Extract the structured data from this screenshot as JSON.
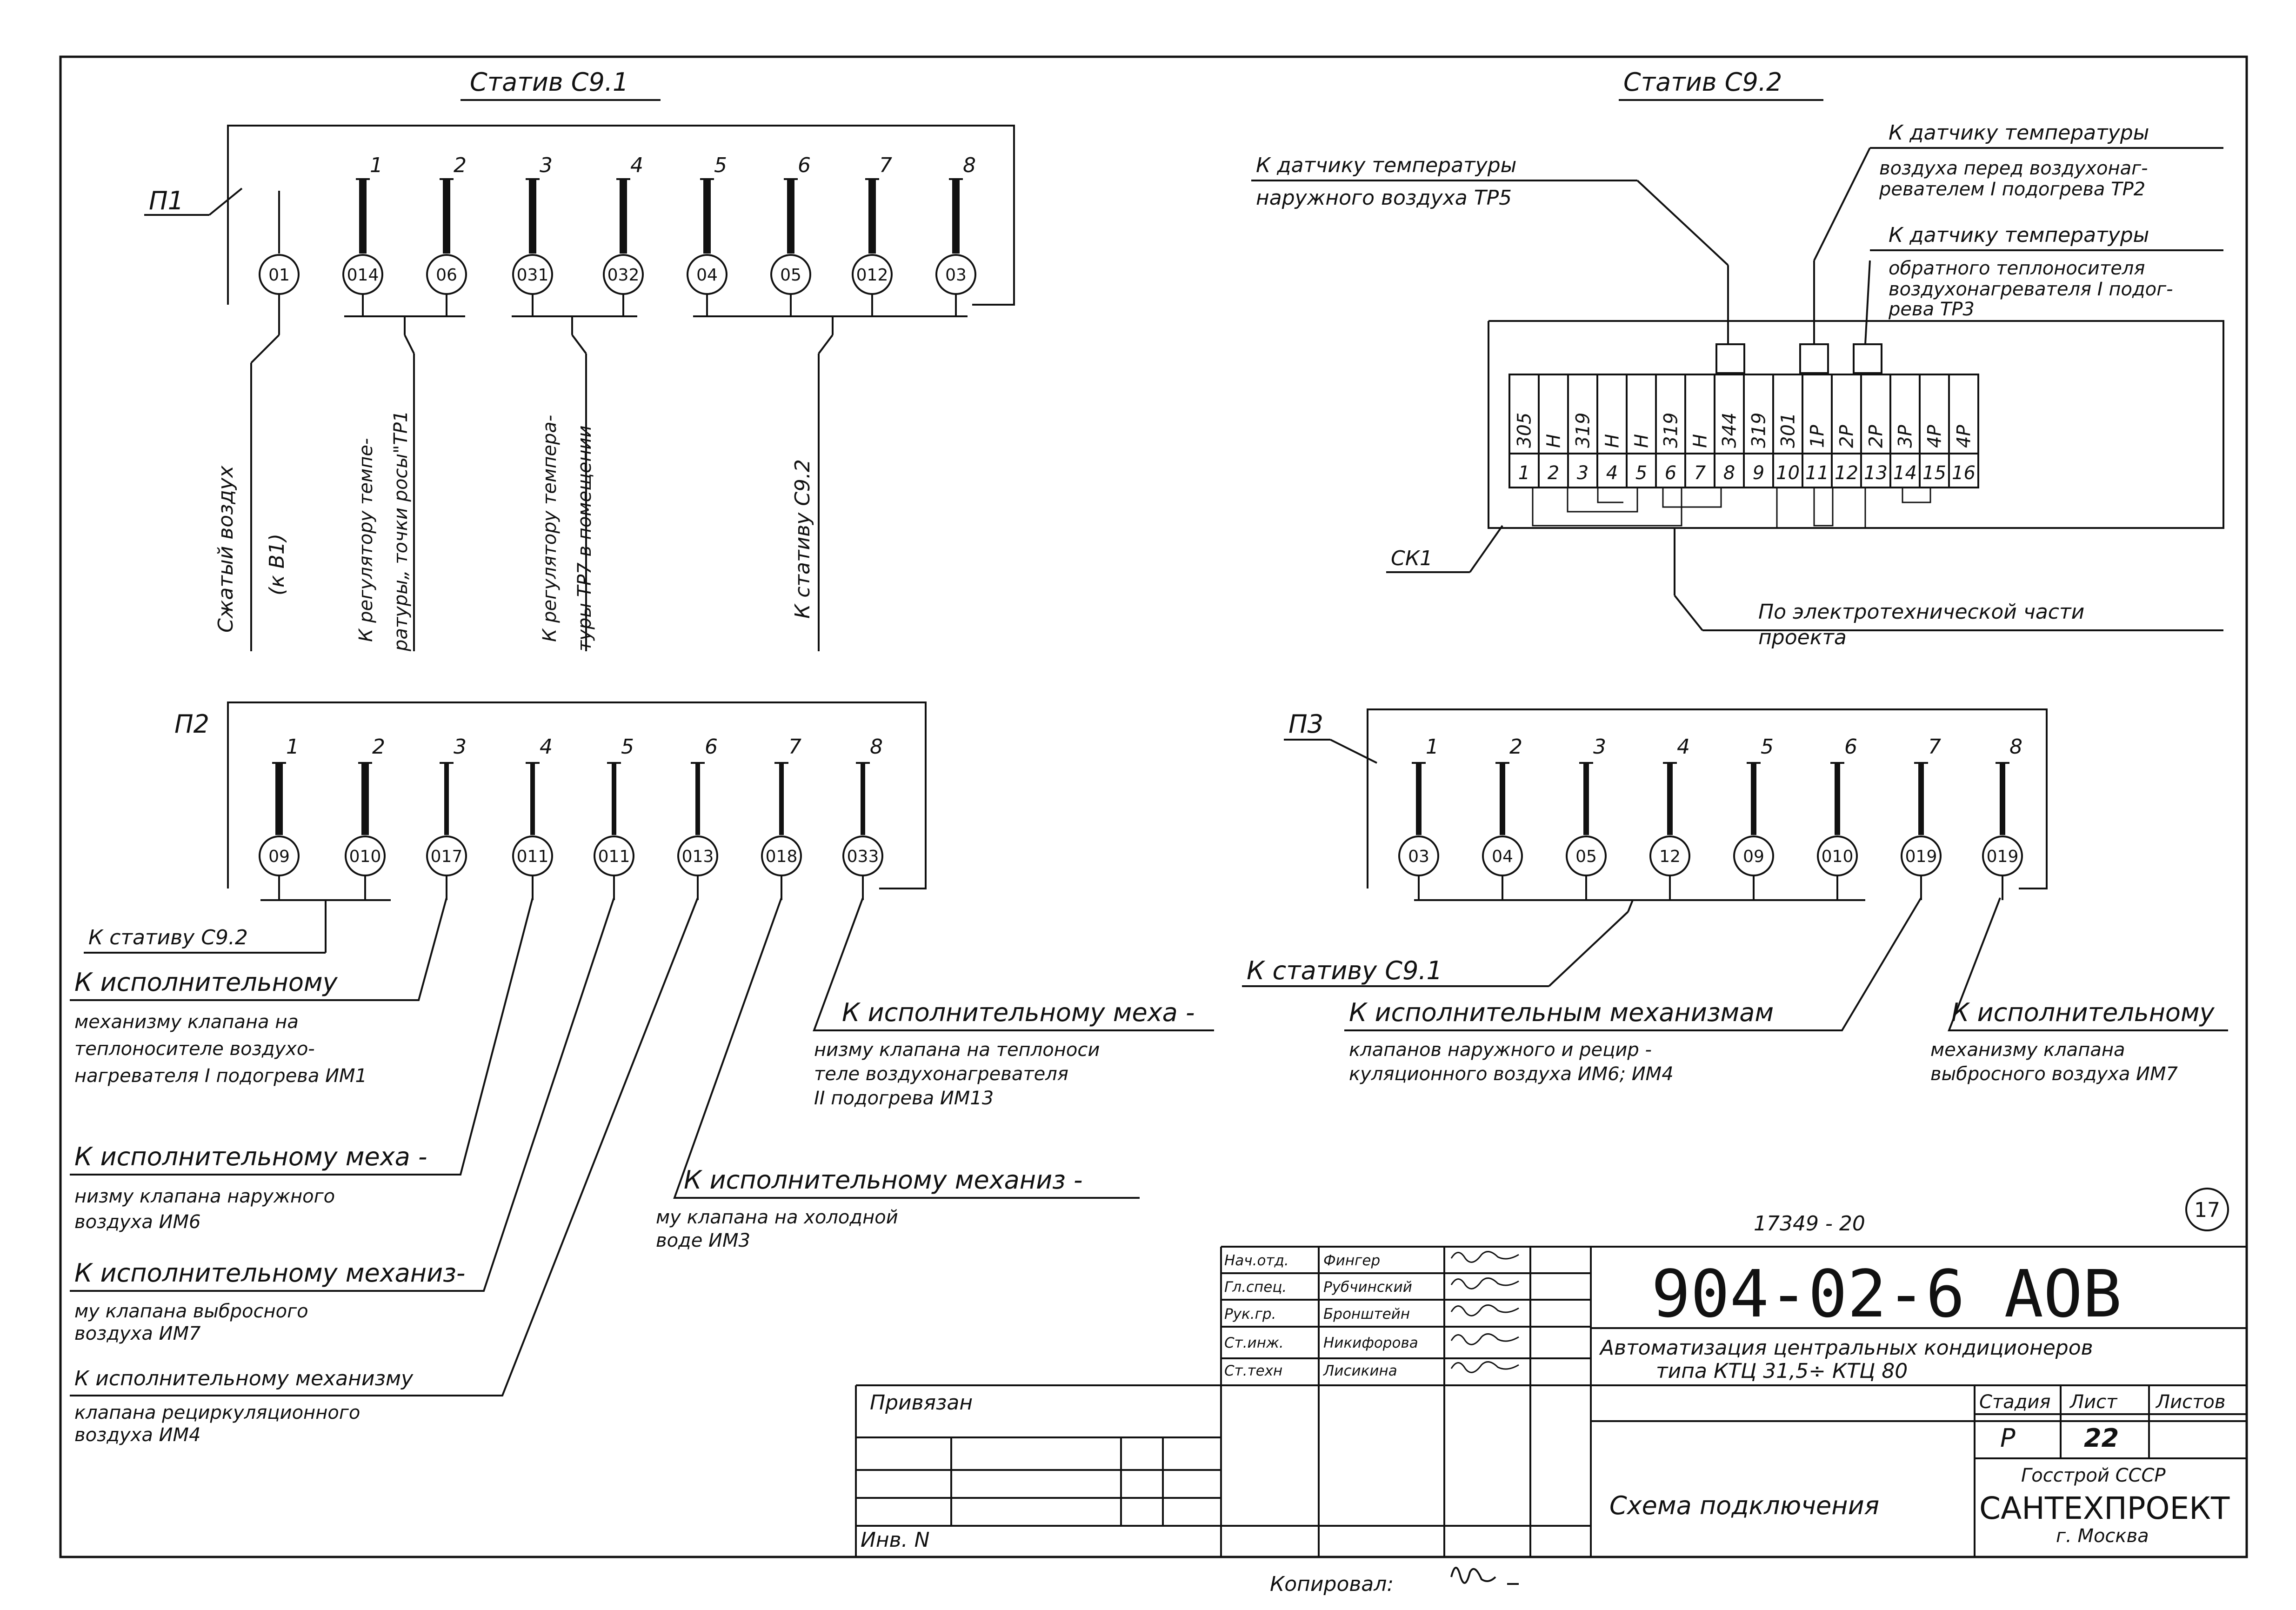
{
  "stand1": {
    "title": "Статив С9.1",
    "panel": "П1",
    "pins": [
      "1",
      "2",
      "3",
      "4",
      "5",
      "6",
      "7",
      "8"
    ],
    "circles": [
      "01",
      "014",
      "06",
      "031",
      "032",
      "04",
      "05",
      "012",
      "03"
    ],
    "notes": {
      "air": "Сжатый воздух",
      "air_sub": "(к В1)",
      "reg1_a": "К регулятору темпе-",
      "reg1_b": "ратуры„ точки росы\"ТР1",
      "reg2_a": "К регулятору темпера-",
      "reg2_b": "туры ТР7 в помещении",
      "to_c92": "К стативу С9.2"
    }
  },
  "stand2": {
    "title": "Статив С9.2",
    "ck": "СК1",
    "sensor1_a": "К датчику температуры",
    "sensor1_b": "наружного воздуха ТР5",
    "sensor2_a": "К датчику температуры",
    "sensor2_b": "воздуха перед воздухонаг-",
    "sensor2_c": "ревателем I подогрева ТР2",
    "sensor3_a": "К датчику температуры",
    "sensor3_b": "обратного теплоносителя",
    "sensor3_c": "воздухонагревателя I подог-",
    "sensor3_d": "рева ТР3",
    "elec_a": "По электротехнической части",
    "elec_b": "проекта",
    "terminal_upper": [
      "305",
      "Н",
      "319",
      "Н",
      "Н",
      "319",
      "Н",
      "344",
      "319",
      "301",
      "1Р",
      "2Р",
      "2Р",
      "3Р",
      "4Р",
      "4Р"
    ],
    "terminal_lower": [
      "1",
      "2",
      "3",
      "4",
      "5",
      "6",
      "7",
      "8",
      "9",
      "10",
      "11",
      "12",
      "13",
      "14",
      "15",
      "16"
    ]
  },
  "p2": {
    "panel": "П2",
    "pins": [
      "1",
      "2",
      "3",
      "4",
      "5",
      "6",
      "7",
      "8"
    ],
    "circles": [
      "09",
      "010",
      "017",
      "011",
      "011",
      "013",
      "018",
      "033"
    ],
    "to_c92": "К стативу С9.2",
    "n1": [
      "К исполнительному",
      "механизму клапана на",
      "теплоносителе воздухо-",
      "нагревателя I подогрева ИМ1"
    ],
    "n2": [
      "К исполнительному меха -",
      "низму клапана наружного",
      "воздуха ИМ6"
    ],
    "n3": [
      "К исполнительному механиз-",
      "му клапана выбросного",
      "воздуха ИМ7"
    ],
    "n4": [
      "К исполнительному механизму",
      "клапана рециркуляционного",
      "воздуха ИМ4"
    ],
    "n5": [
      "К исполнительному механиз -",
      "му клапана на холодной",
      "воде ИМ3"
    ],
    "n6": [
      "К исполнительному меха -",
      "низму клапана на теплоноси",
      "теле воздухонагревателя",
      "II подогрева ИМ13"
    ]
  },
  "p3": {
    "panel": "П3",
    "pins": [
      "1",
      "2",
      "3",
      "4",
      "5",
      "6",
      "7",
      "8"
    ],
    "circles": [
      "03",
      "04",
      "05",
      "12",
      "09",
      "010",
      "019",
      "019"
    ],
    "to_c91": "К стативу С9.1",
    "n1": [
      "К исполнительным механизмам",
      "клапанов наружного и рецир -",
      "куляционного воздуха ИМ6; ИМ4"
    ],
    "n2": [
      "К исполнительному",
      "механизму клапана",
      "выбросного воздуха ИМ7"
    ]
  },
  "stamp": {
    "sheet_mark": "17",
    "inv_top": "17349 - 20",
    "code": "904-02-6 АОВ",
    "desc_a": "Автоматизация центральных кондиционеров",
    "desc_b": "типа КТЦ 31,5÷ КТЦ 80",
    "roles": [
      "Нач.отд.",
      "Гл.спец.",
      "Рук.гр.",
      "Ст.инж.",
      "Ст.техн"
    ],
    "names": [
      "Фингер",
      "Рубчинский",
      "Бронштейн",
      "Никифорова",
      "Лисикина"
    ],
    "privyazan": "Привязан",
    "inv": "Инв. N",
    "title": "Схема подключения",
    "stage_h": "Стадия",
    "sheet_h": "Лист",
    "sheets_h": "Листов",
    "stage": "Р",
    "sheet": "22",
    "org_a": "Госстрой СССР",
    "org_b": "САНТЕХПРОЕКТ",
    "org_c": "г. Москва"
  },
  "copied": "Копировал:"
}
